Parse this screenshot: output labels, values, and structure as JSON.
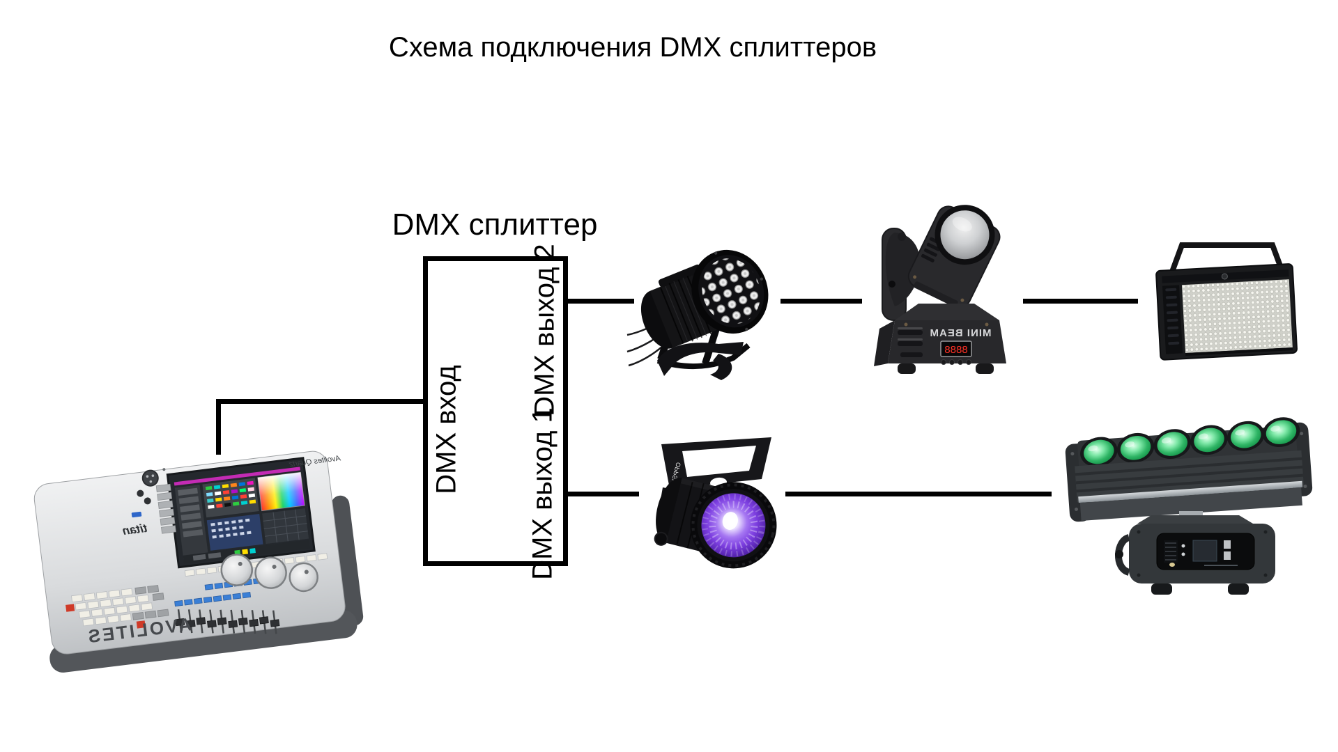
{
  "page": {
    "title": "Схема подключения DMX сплиттеров"
  },
  "splitter": {
    "label": "DMX сплиттер",
    "input_label": "DMX вход",
    "output2_label": "DMX выход 2",
    "output1_label": "DMX выход 1"
  },
  "devices": {
    "console": {
      "type": "lighting-console",
      "screen_brand": "Avolites Quartz",
      "side_label": "titan",
      "front_brand": "AVOLITES",
      "text_mirrored": true
    },
    "led_par": {
      "type": "led-par-can"
    },
    "mini_beam": {
      "type": "mini-moving-head-beam",
      "front_label": "MINI BEAM",
      "display_digits": "8888",
      "text_mirrored": true
    },
    "strobe_panel": {
      "type": "led-strobe-panel"
    },
    "uv_par": {
      "type": "cob-uv-par",
      "bracket_brand": "OPPSK",
      "text_mirrored": true
    },
    "led_bar": {
      "type": "led-bar-moving-head",
      "lens_count": 6
    }
  },
  "connections": [
    {
      "from": "console",
      "to": "splitter-input"
    },
    {
      "from": "splitter-output-2",
      "to": "led-par"
    },
    {
      "from": "led-par",
      "to": "mini-beam"
    },
    {
      "from": "mini-beam",
      "to": "strobe-panel"
    },
    {
      "from": "splitter-output-1",
      "to": "uv-par"
    },
    {
      "from": "uv-par",
      "to": "led-bar"
    }
  ],
  "colors": {
    "background": "#ffffff",
    "line": "#000000",
    "uv_led": "#7d3fe0",
    "green_lens": "#2fb565",
    "display_digits": "#ff3226"
  }
}
